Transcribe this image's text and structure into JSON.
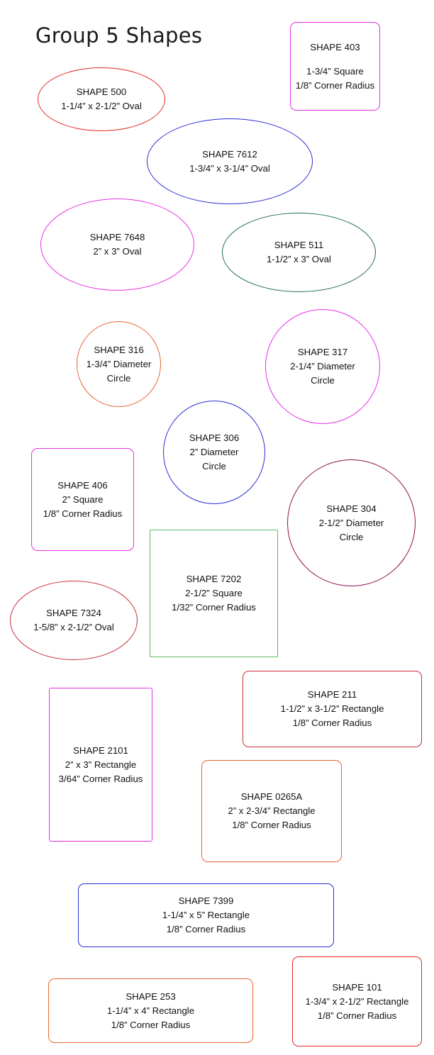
{
  "title": "Group 5 Shapes",
  "colors": {
    "red": "#e02424",
    "blue": "#2b2bd8",
    "magenta": "#e62ee6",
    "green": "#1f6b4a",
    "orange": "#e8652e",
    "maroon": "#8e0f4e",
    "light_green": "#5fb85f",
    "dark_red": "#c62d3a"
  },
  "shapes": {
    "s403": {
      "color": "#e62ee6",
      "lines": [
        "SHAPE 403",
        "1-3/4” Square",
        "1/8” Corner Radius"
      ]
    },
    "s500": {
      "color": "#e02424",
      "lines": [
        "SHAPE 500",
        "1-1/4” x 2-1/2” Oval"
      ]
    },
    "s7612": {
      "color": "#2b2bd8",
      "lines": [
        "SHAPE 7612",
        "1-3/4” x 3-1/4” Oval"
      ]
    },
    "s7648": {
      "color": "#e62ee6",
      "lines": [
        "SHAPE 7648",
        "2” x 3” Oval"
      ]
    },
    "s511": {
      "color": "#1f6b4a",
      "lines": [
        "SHAPE 511",
        "1-1/2” x 3” Oval"
      ]
    },
    "s316": {
      "color": "#e8652e",
      "lines": [
        "SHAPE 316",
        "1-3/4” Diameter",
        "Circle"
      ]
    },
    "s317": {
      "color": "#e62ee6",
      "lines": [
        "SHAPE 317",
        "2-1/4” Diameter",
        "Circle"
      ]
    },
    "s306": {
      "color": "#2b2bd8",
      "lines": [
        "SHAPE 306",
        "2” Diameter",
        "Circle"
      ]
    },
    "s406": {
      "color": "#e62ee6",
      "lines": [
        "SHAPE 406",
        "2” Square",
        "1/8” Corner Radius"
      ]
    },
    "s304": {
      "color": "#8e0f4e",
      "lines": [
        "SHAPE 304",
        "2-1/2” Diameter",
        "Circle"
      ]
    },
    "s7202": {
      "color": "#5fb85f",
      "lines": [
        "SHAPE 7202",
        "2-1/2” Square",
        "1/32” Corner Radius"
      ]
    },
    "s7324": {
      "color": "#c62d3a",
      "lines": [
        "SHAPE 7324",
        "1-5/8” x 2-1/2” Oval"
      ]
    },
    "s211": {
      "color": "#c62d3a",
      "lines": [
        "SHAPE 211",
        "1-1/2” x 3-1/2” Rectangle",
        "1/8” Corner Radius"
      ]
    },
    "s2101": {
      "color": "#e62ee6",
      "lines": [
        "SHAPE 2101",
        "2” x 3” Rectangle",
        "3/64” Corner Radius"
      ]
    },
    "s0265": {
      "color": "#e8652e",
      "lines": [
        "SHAPE 0265A",
        "2” x 2-3/4” Rectangle",
        "1/8” Corner Radius"
      ]
    },
    "s7399": {
      "color": "#2b2bd8",
      "lines": [
        "SHAPE 7399",
        "1-1/4” x 5”  Rectangle",
        "1/8” Corner Radius"
      ]
    },
    "s101": {
      "color": "#e02424",
      "lines": [
        "SHAPE 101",
        "1-3/4” x 2-1/2”  Rectangle",
        "1/8” Corner Radius"
      ]
    },
    "s253": {
      "color": "#e8652e",
      "lines": [
        "SHAPE 253",
        "1-1/4” x 4”  Rectangle",
        "1/8” Corner Radius"
      ]
    }
  }
}
